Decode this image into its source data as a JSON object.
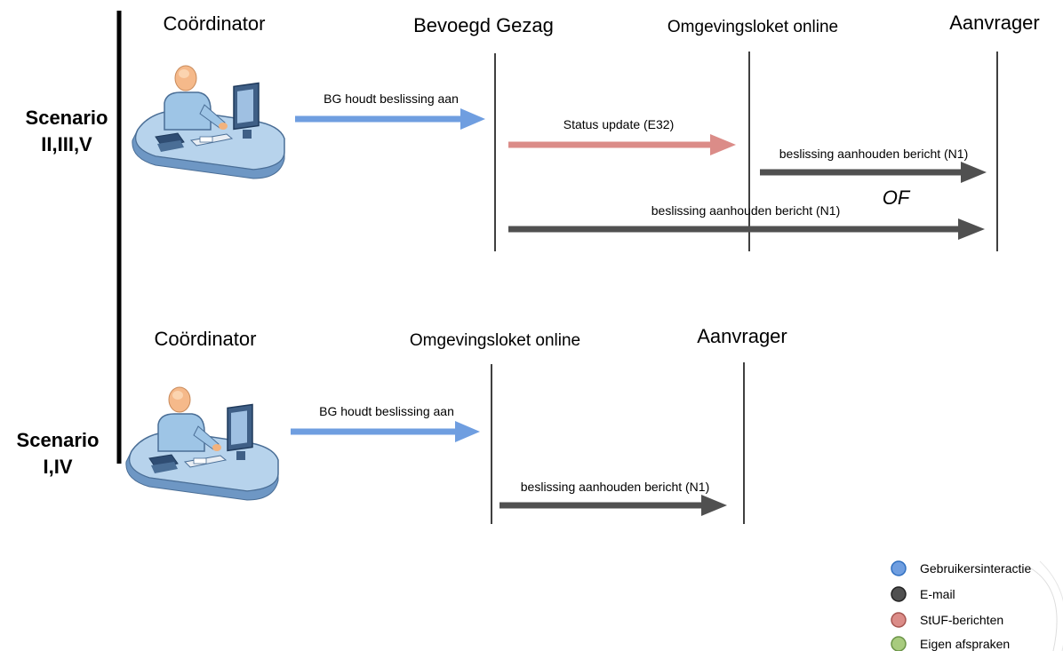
{
  "scenarios": [
    {
      "label_line1": "Scenario",
      "label_line2": "II,III,V",
      "actors": {
        "coordinator": "Coördinator",
        "bg": "Bevoegd Gezag",
        "olo": "Omgevingsloket online",
        "aanvrager": "Aanvrager"
      },
      "messages": {
        "bg_houdt": "BG houdt beslissing aan",
        "status_update": "Status update (E32)",
        "n1_olo": "beslissing aanhouden bericht (N1)",
        "of": "OF",
        "n1_bg": "beslissing aanhouden bericht (N1)"
      }
    },
    {
      "label_line1": "Scenario",
      "label_line2": "I,IV",
      "actors": {
        "coordinator": "Coördinator",
        "olo": "Omgevingsloket online",
        "aanvrager": "Aanvrager"
      },
      "messages": {
        "bg_houdt": "BG houdt beslissing aan",
        "n1_olo": "beslissing aanhouden bericht (N1)"
      }
    }
  ],
  "colors": {
    "gebruikersinteractie": "#6F9EE0",
    "email": "#505050",
    "stuf": "#DB8C88",
    "eigen": "#A8CB7E"
  },
  "legend": [
    {
      "label": "Gebruikersinteractie",
      "color": "#6F9EE0",
      "stroke": "#2F6FC0"
    },
    {
      "label": "E-mail",
      "color": "#505050",
      "stroke": "#222222"
    },
    {
      "label": "StUF-berichten",
      "color": "#DB8C88",
      "stroke": "#A65550"
    },
    {
      "label": "Eigen afspraken",
      "color": "#A8CB7E",
      "stroke": "#6B9447"
    }
  ]
}
